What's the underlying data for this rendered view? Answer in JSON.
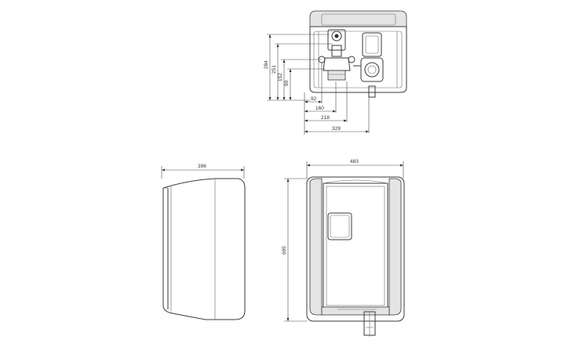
{
  "dimensions": {
    "d_284": "284",
    "d_251": "251",
    "d_152": "152",
    "d_90": "90",
    "d_92": "92",
    "d_160": "160",
    "d_218": "218",
    "d_329": "329",
    "d_396": "396",
    "d_483": "483",
    "d_695": "695"
  },
  "colors": {
    "line": "#3a3a3a",
    "panel_fill": "#e4e4e4",
    "background": "#ffffff"
  }
}
